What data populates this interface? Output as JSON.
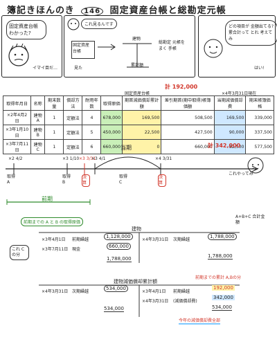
{
  "header": {
    "title": "簿記きほんのき",
    "episode": "146",
    "subtitle": "固定資産台帳と総勘定元帳"
  },
  "panel1": {
    "bubble": "固定資産台帳 わかった?",
    "caption": "イマイ目だ…"
  },
  "panel2": {
    "bubble": "これ見るんです",
    "ledger_book": "固定資産 台帳",
    "t_account_title": "建物",
    "t_account_label": "累計額",
    "note": "総勘定 元帳をまく 手帳",
    "person": "見た"
  },
  "panel3": {
    "text": "どの項目が 金額出てる? 累合計って とれ 考えてみ",
    "sign": "はい!"
  },
  "fixed_asset_ledger": {
    "heading": "固定資産台帳",
    "date_note": "×4年3月31日現在",
    "annot_top": "計 192,000",
    "annot_bottom": "計 342,000",
    "columns": [
      "取得年月日",
      "名称",
      "期末数量",
      "償却方法",
      "耐用年数",
      "取得原価",
      "期首減価償却累計額",
      "差引期首(期中取得)帳簿価額",
      "当期減価償却費",
      "期末帳簿価格"
    ],
    "rows": [
      [
        "×2年4月2日",
        "建物A",
        "1",
        "定額法",
        "4",
        "678,000",
        "169,500",
        "508,500",
        "169,500",
        "339,000"
      ],
      [
        "×3年1月10日",
        "建物B",
        "1",
        "定額法",
        "5",
        "450,000",
        "22,500",
        "427,500",
        "90,000",
        "337,500"
      ],
      [
        "×3年7月11日",
        "建物C",
        "1",
        "定額法",
        "6",
        "660,000",
        "0",
        "660,000",
        "82,500",
        "577,500"
      ]
    ]
  },
  "timeline": {
    "labels": [
      "×2 4/2",
      "×3 1/10",
      "×3 3/31",
      "×3 4/1",
      "×4 3/31"
    ],
    "period_label": "当期",
    "prior_label": "前期",
    "acq_a": "取得 A",
    "acq_b": "取得 B",
    "acq_c": "取得 C",
    "closing1": "決算",
    "closing2": "決算",
    "sign_label": "これやってみ"
  },
  "building_account": {
    "title": "建物",
    "note_left": "前期までの A と B の取得原価",
    "note_right": "A+B+C 合計金額",
    "left_entries": [
      {
        "date": "×3年4月1日",
        "desc": "前期繰越",
        "amount": "1,128,000"
      },
      {
        "date": "×3年7月11日",
        "desc": "現金",
        "amount": "660,000"
      }
    ],
    "right_entries": [
      {
        "date": "×4年3月31日",
        "desc": "次期繰越",
        "amount": "1,788,000"
      }
    ],
    "left_total": "1,788,000",
    "right_total": "1,788,000",
    "c_note": "これ Cの分"
  },
  "depreciation_account": {
    "title": "建物減価償却累計額",
    "note_right": "前期までの累計 A,Bの分",
    "note_bottom": "今年の減価償却費全部",
    "left_entries": [
      {
        "date": "×4年3月31日",
        "desc": "次期繰越",
        "amount": "534,000"
      }
    ],
    "right_entries": [
      {
        "date": "×3年4月1日",
        "desc": "前期繰越",
        "amount": "192,000"
      },
      {
        "date": "×4年3月31日",
        "desc": "(減価償却費)",
        "amount": "342,000"
      }
    ],
    "left_total": "534,000",
    "right_total": "534,000"
  },
  "colors": {
    "red": "#d2362a",
    "green": "#2d8a2a",
    "blue": "#2f8fd8",
    "yellow": "#f2c200"
  }
}
